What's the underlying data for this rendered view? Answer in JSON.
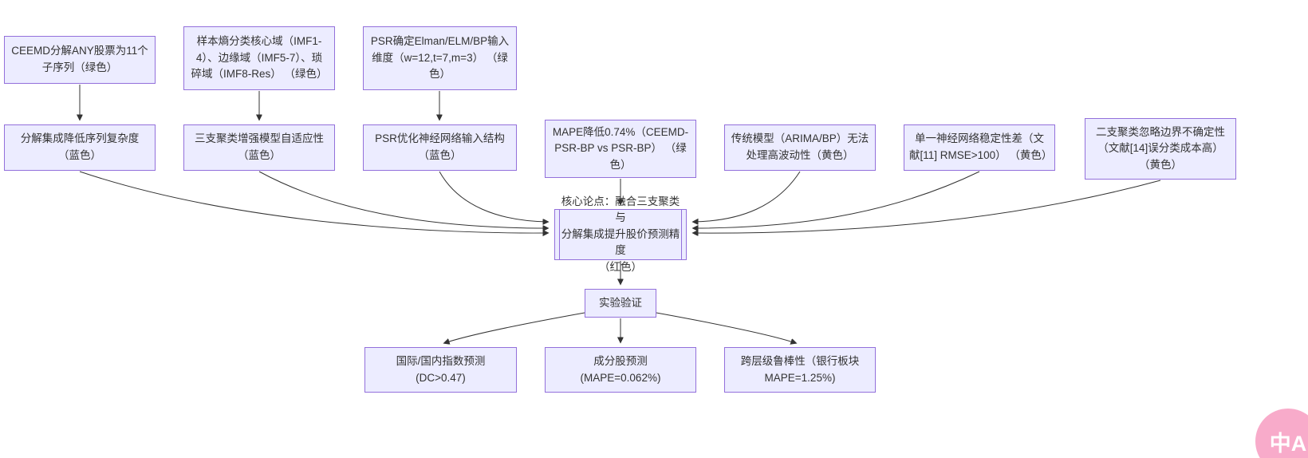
{
  "nodes": {
    "ceemd": {
      "label": "CEEMD分解ANY股票为11个\n子序列（绿色）"
    },
    "entropy": {
      "label": "样本熵分类核心域（IMF1-\n4）、边缘域（IMF5-7）、琐\n碎域（IMF8-Res） （绿色）"
    },
    "psr_dim": {
      "label": "PSR确定Elman/ELM/BP输入\n维度（w=12,t=7,m=3） （绿\n色）"
    },
    "decomp": {
      "label": "分解集成降低序列复杂度\n（蓝色）"
    },
    "threeway": {
      "label": "三支聚类增强模型自适应性\n（蓝色）"
    },
    "psr_opt": {
      "label": "PSR优化神经网络输入结构\n（蓝色）"
    },
    "mape": {
      "label": "MAPE降低0.74%（CEEMD-\nPSR-BP vs PSR-BP） （绿\n色）"
    },
    "traditional": {
      "label": "传统模型（ARIMA/BP）无法\n处理高波动性（黄色）"
    },
    "single_nn": {
      "label": "单一神经网络稳定性差（文\n献[11] RMSE>100） （黄色）"
    },
    "twoway": {
      "label": "二支聚类忽略边界不确定性\n（文献[14]误分类成本高）\n（黄色）"
    },
    "core": {
      "label": "核心论点：融合三支聚类与\n分解集成提升股价预测精度\n（红色）"
    },
    "experiment": {
      "label": "实验验证"
    },
    "index_pred": {
      "label": "国际/国内指数预测\n(DC>0.47)"
    },
    "constituent": {
      "label": "成分股预测\n(MAPE=0.062%)"
    },
    "robustness": {
      "label": "跨层级鲁棒性（银行板块\nMAPE=1.25%)"
    }
  },
  "colors": {
    "node_fill": "#ECECFF",
    "node_border": "#9370DB",
    "arrow": "#333333",
    "text": "#333333",
    "badge_pink": "#F8ABCA"
  },
  "badge": {
    "label": "中A"
  }
}
